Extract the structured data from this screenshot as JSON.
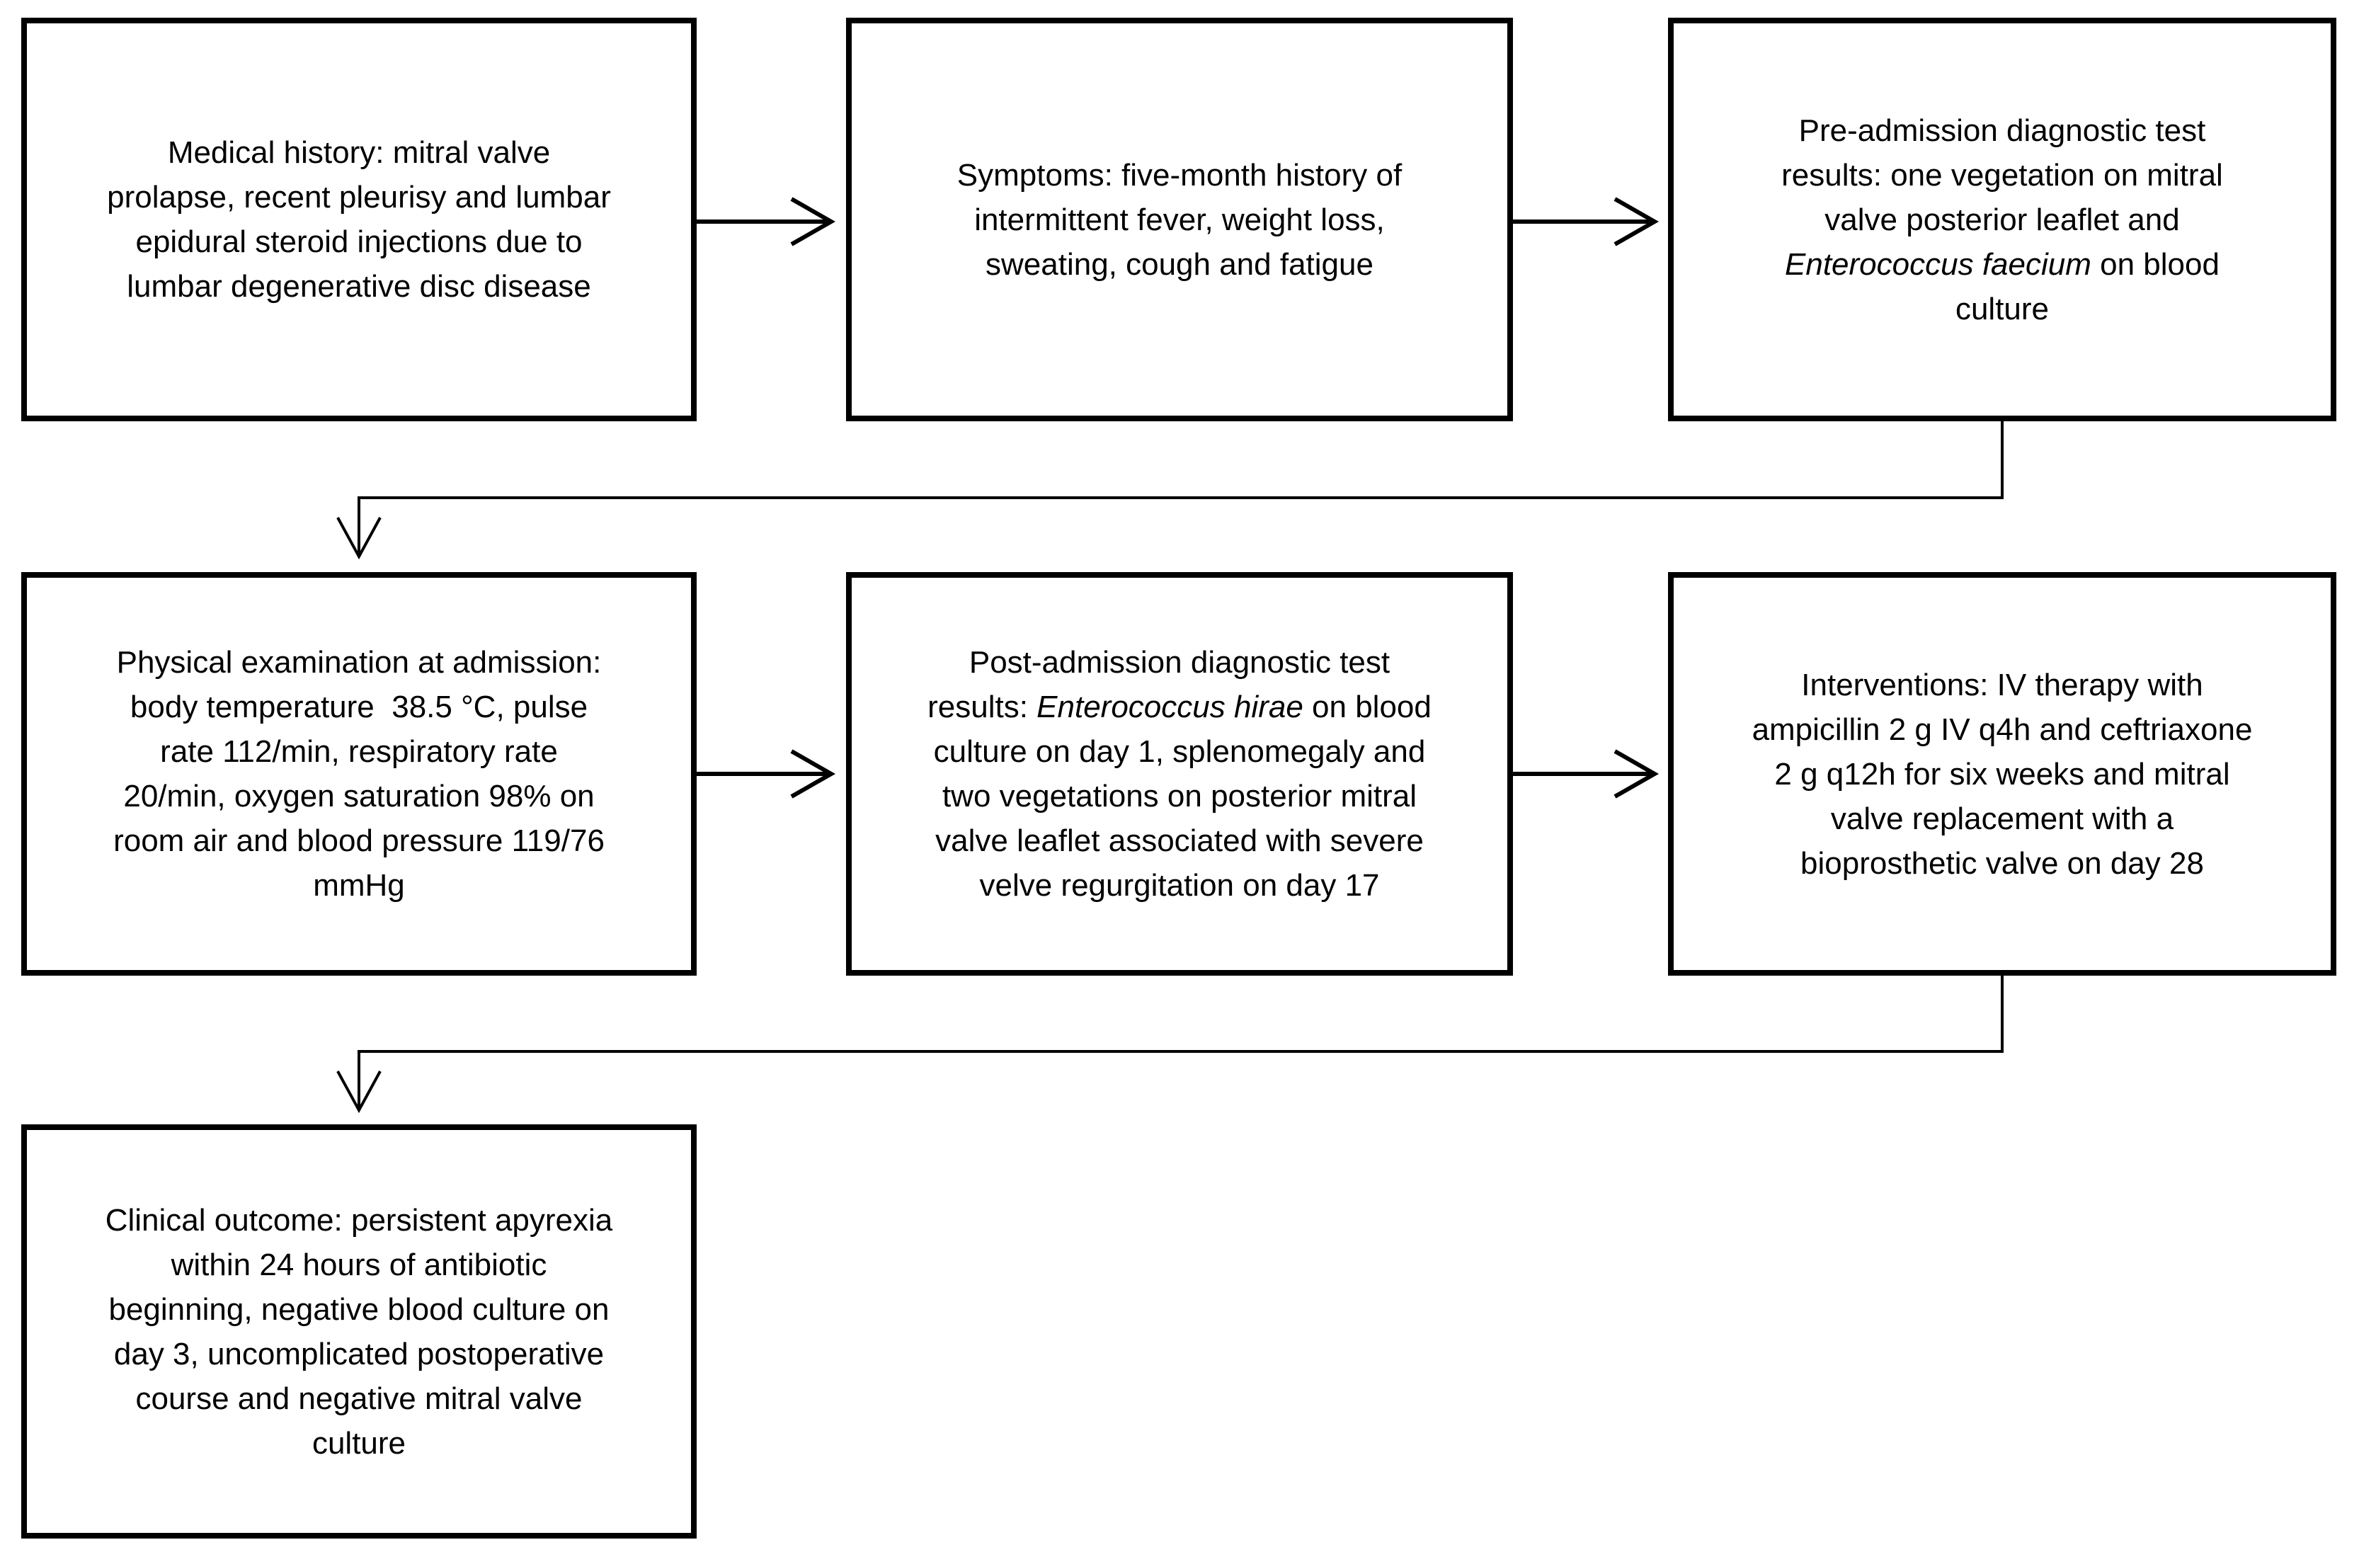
{
  "figure": {
    "background_color": "#ffffff",
    "line_color": "#000000",
    "text_color": "#000000"
  },
  "boxes": [
    {
      "name": "medical-history",
      "lines": [
        [
          {
            "t": "Medical history: mitral valve"
          }
        ],
        [
          {
            "t": "prolapse, recent pleurisy and lumbar"
          }
        ],
        [
          {
            "t": "epidural steroid injections due to"
          }
        ],
        [
          {
            "t": "lumbar degenerative disc disease"
          }
        ]
      ]
    },
    {
      "name": "symptoms",
      "lines": [
        [
          {
            "t": "Symptoms: five-month history of"
          }
        ],
        [
          {
            "t": "intermittent fever, weight loss,"
          }
        ],
        [
          {
            "t": "sweating, cough and fatigue"
          }
        ]
      ]
    },
    {
      "name": "pre-admission-diagnostic-results",
      "lines": [
        [
          {
            "t": "Pre-admission diagnostic test"
          }
        ],
        [
          {
            "t": "results: one vegetation on mitral"
          }
        ],
        [
          {
            "t": "valve posterior leaflet and"
          }
        ],
        [
          {
            "t": "Enterococcus faecium",
            "i": true
          },
          {
            "t": " on blood"
          }
        ],
        [
          {
            "t": "culture"
          }
        ]
      ]
    },
    {
      "name": "physical-examination",
      "lines": [
        [
          {
            "t": "Physical examination at admission:"
          }
        ],
        [
          {
            "t": "body temperature  38.5 °C, pulse"
          }
        ],
        [
          {
            "t": "rate 112/min, respiratory rate"
          }
        ],
        [
          {
            "t": "20/min, oxygen saturation 98% on"
          }
        ],
        [
          {
            "t": "room air and blood pressure 119/76"
          }
        ],
        [
          {
            "t": "mmHg"
          }
        ]
      ]
    },
    {
      "name": "post-admission-diagnostic-results",
      "lines": [
        [
          {
            "t": "Post-admission diagnostic test"
          }
        ],
        [
          {
            "t": "results: "
          },
          {
            "t": "Enterococcus hirae",
            "i": true
          },
          {
            "t": " on blood"
          }
        ],
        [
          {
            "t": "culture on day 1, splenomegaly and"
          }
        ],
        [
          {
            "t": "two vegetations on posterior mitral"
          }
        ],
        [
          {
            "t": "valve leaflet associated with severe"
          }
        ],
        [
          {
            "t": "velve regurgitation on day 17"
          }
        ]
      ]
    },
    {
      "name": "interventions",
      "lines": [
        [
          {
            "t": "Interventions: IV therapy with"
          }
        ],
        [
          {
            "t": "ampicillin 2 g IV q4h and ceftriaxone"
          }
        ],
        [
          {
            "t": "2 g q12h for six weeks and mitral"
          }
        ],
        [
          {
            "t": "valve replacement with a"
          }
        ],
        [
          {
            "t": "bioprosthetic valve on day 28"
          }
        ]
      ]
    },
    {
      "name": "clinical-outcome",
      "lines": [
        [
          {
            "t": "Clinical outcome: persistent apyrexia"
          }
        ],
        [
          {
            "t": "within 24 hours of antibiotic"
          }
        ],
        [
          {
            "t": "beginning, negative blood culture on"
          }
        ],
        [
          {
            "t": "day 3, uncomplicated postoperative"
          }
        ],
        [
          {
            "t": "course and negative mitral valve"
          }
        ],
        [
          {
            "t": "culture"
          }
        ]
      ]
    }
  ]
}
